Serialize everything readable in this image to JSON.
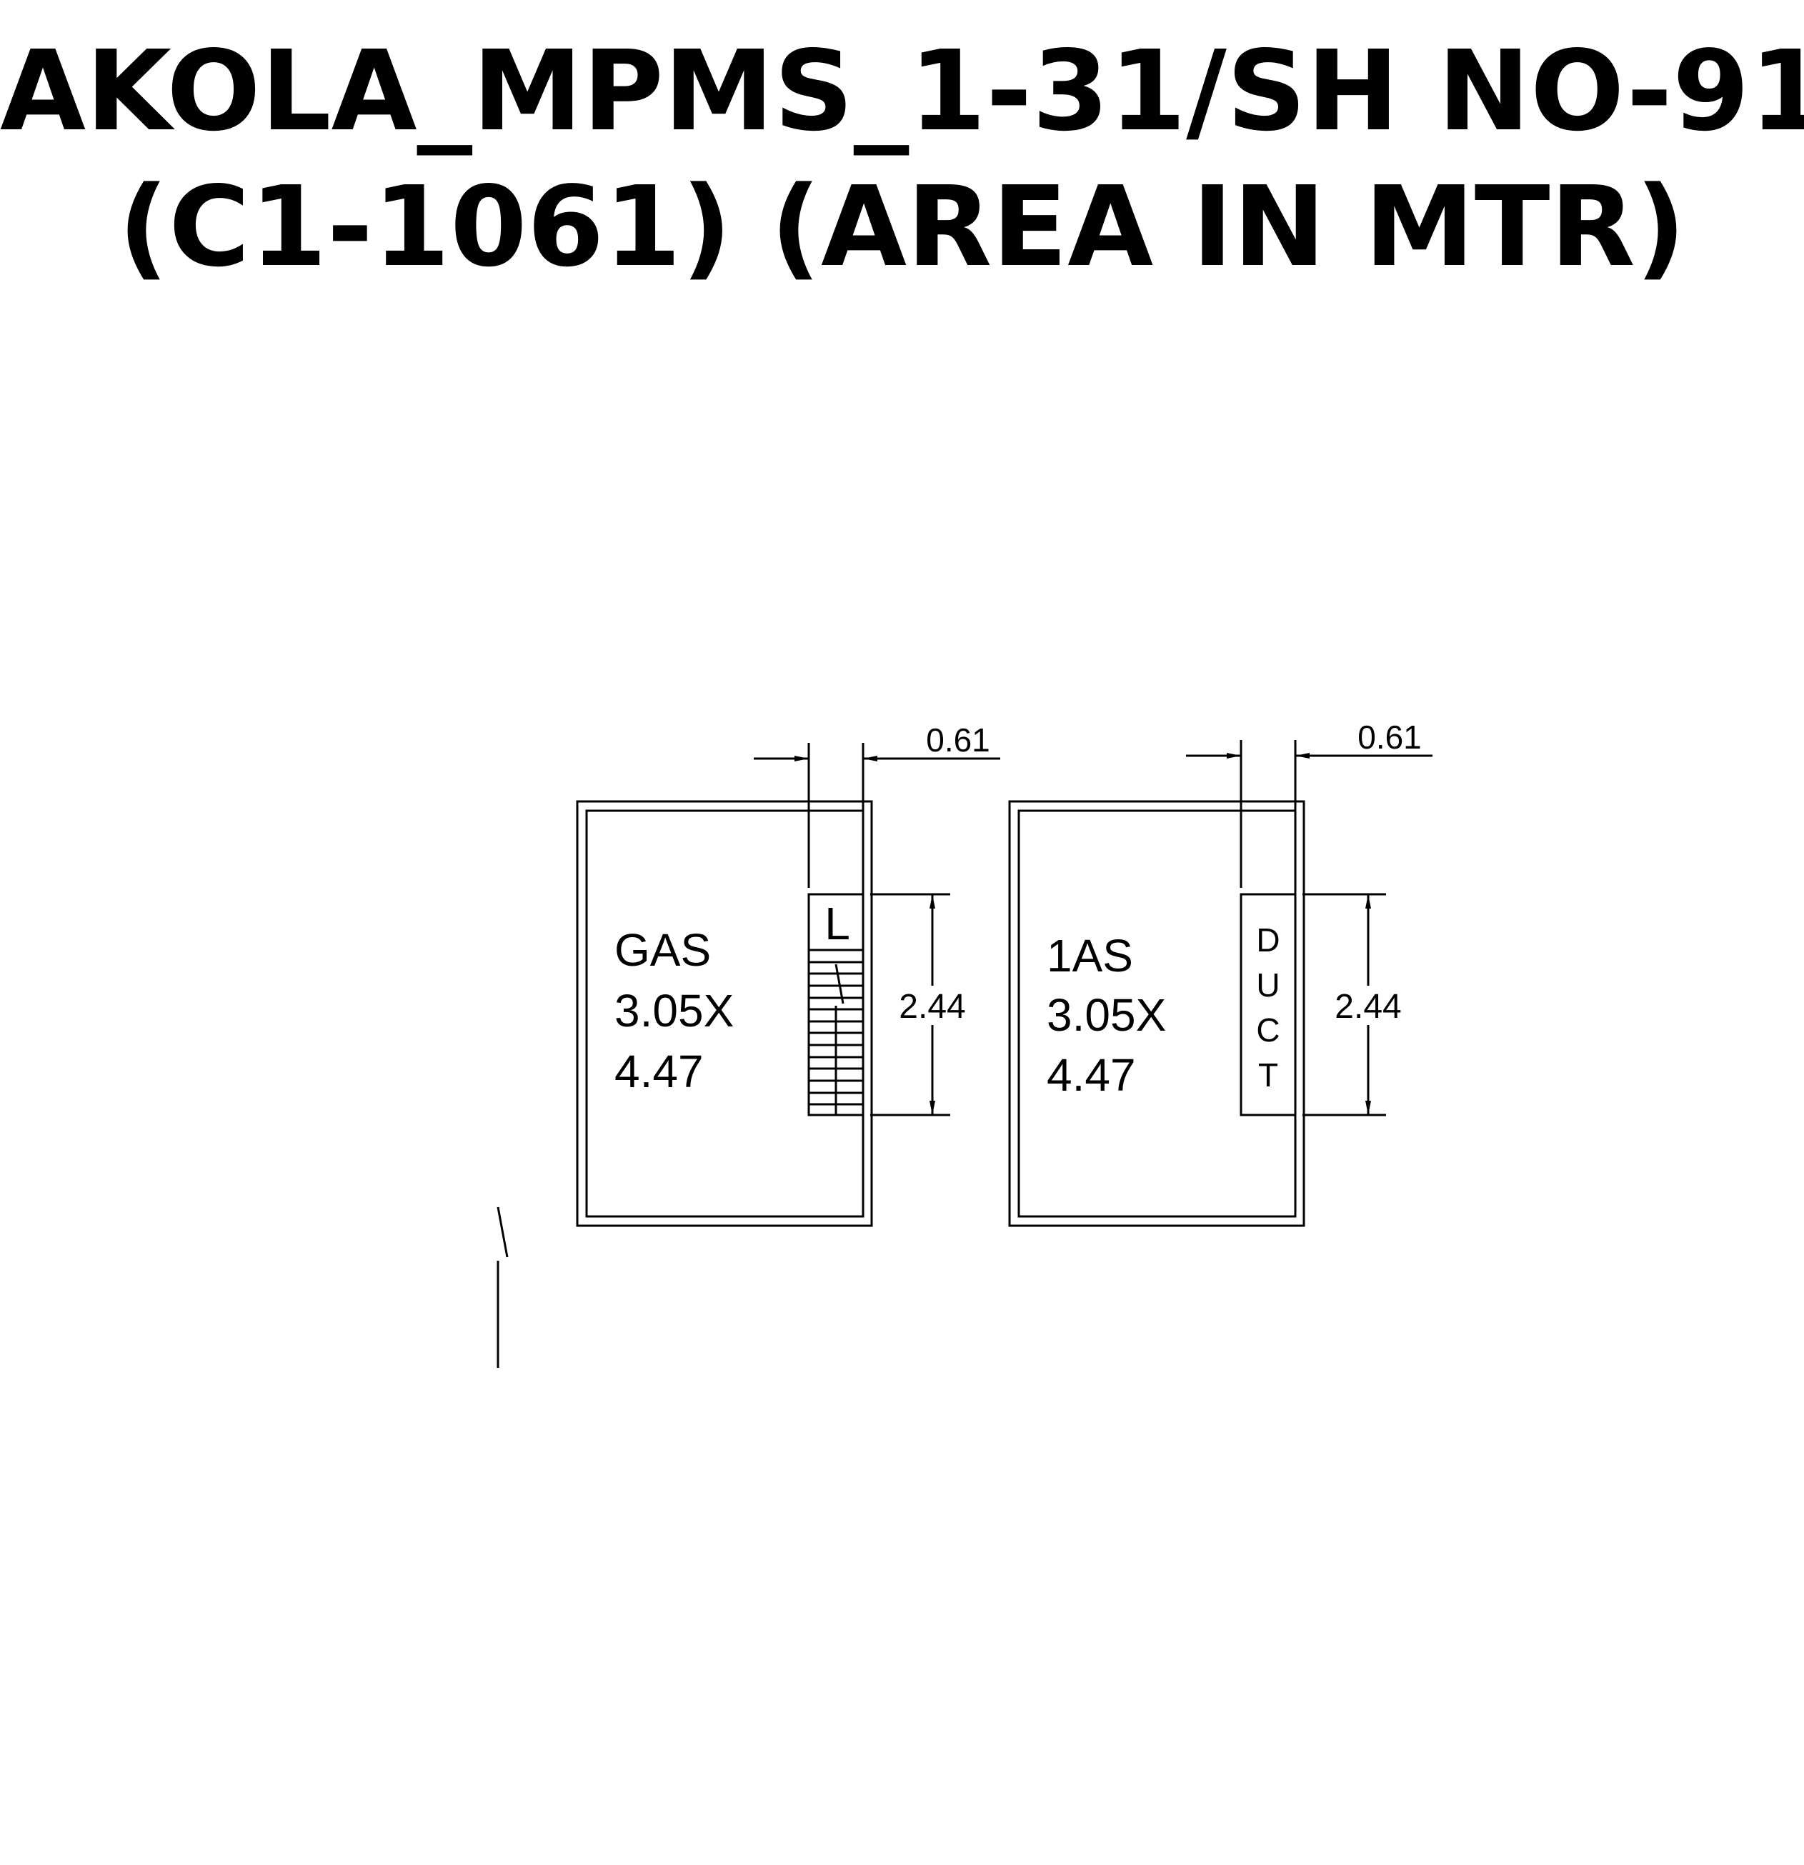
{
  "title": {
    "line1": "AKOLA_MPMS_1-31/SH NO-91",
    "line2": "(C1-1061) (AREA IN MTR)"
  },
  "rooms": [
    {
      "label": "GAS",
      "size_line1": "3.05X",
      "size_line2": "4.47",
      "inner_label": "L",
      "top_dimension": "0.61",
      "side_dimension": "2.44"
    },
    {
      "label": "1AS",
      "size_line1": "3.05X",
      "size_line2": "4.47",
      "duct_letters": [
        "D",
        "U",
        "C",
        "T"
      ],
      "top_dimension": "0.61",
      "side_dimension": "2.44"
    }
  ]
}
